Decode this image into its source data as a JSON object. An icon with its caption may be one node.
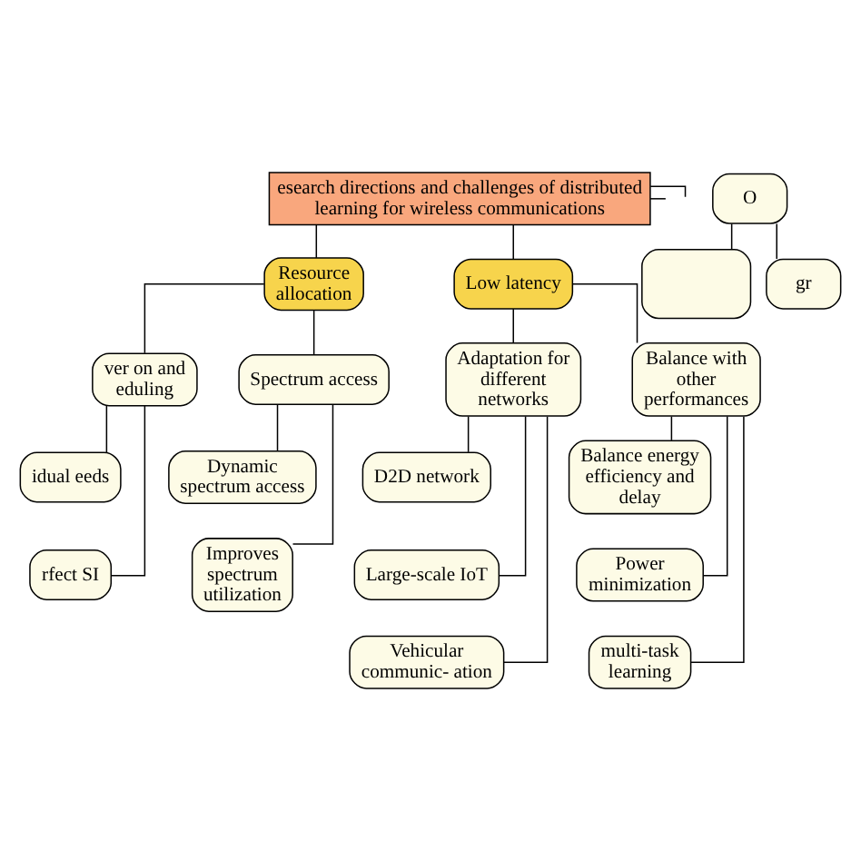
{
  "diagram": {
    "nodes": [
      {
        "text": [
          "esearch directions and challenges of distributed learning for wireless communications"
        ]
      },
      {
        "text": [
          "Resource allocation"
        ]
      },
      {
        "text": [
          "Low latency"
        ]
      },
      {
        "text": [
          "ver on and eduling"
        ]
      },
      {
        "text": [
          "idual eeds"
        ]
      },
      {
        "text": [
          "rfect SI"
        ]
      },
      {
        "text": [
          "Spectrum access"
        ]
      },
      {
        "text": [
          "Dynamic spectrum access"
        ]
      },
      {
        "text": [
          "Improves spectrum utilization"
        ]
      },
      {
        "text": [
          "Adaptation for different networks"
        ]
      },
      {
        "text": [
          "D2D network"
        ]
      },
      {
        "text": [
          "Large-scale IoT"
        ]
      },
      {
        "text": [
          "Vehicular communic- ation"
        ]
      },
      {
        "text": [
          "Balance with other performances"
        ]
      },
      {
        "text": [
          "Balance energy efficiency and delay"
        ]
      },
      {
        "text": [
          "Power minimization"
        ]
      },
      {
        "text": [
          "multi-task learning"
        ]
      },
      {
        "text": [
          "O"
        ]
      },
      {
        "text": [],
        "shape": "box"
      },
      {
        "text": [
          "gr"
        ]
      }
    ],
    "edges": [
      {
        "from": 0,
        "to": null,
        "arrow": "none"
      },
      {
        "from": 0,
        "to": 1,
        "arrow": "none"
      },
      {
        "from": 0,
        "to": 2,
        "arrow": "none"
      },
      {
        "from": 0,
        "to": null,
        "arrow": "none"
      },
      {
        "from": 1,
        "to": 3,
        "arrow": "none"
      },
      {
        "from": 1,
        "to": 6,
        "arrow": "none"
      },
      {
        "from": 3,
        "to": 4,
        "arrow": "none"
      },
      {
        "from": 3,
        "to": 5,
        "arrow": "none"
      },
      {
        "from": 6,
        "to": 7,
        "arrow": "none"
      },
      {
        "from": 6,
        "to": 8,
        "arrow": "none"
      },
      {
        "from": 2,
        "to": 9,
        "arrow": "none"
      },
      {
        "from": 2,
        "to": 13,
        "arrow": "none"
      },
      {
        "from": 9,
        "to": 10,
        "arrow": "none"
      },
      {
        "from": 9,
        "to": 11,
        "arrow": "none"
      },
      {
        "from": 9,
        "to": 12,
        "arrow": "none"
      },
      {
        "from": 13,
        "to": 14,
        "arrow": "none"
      },
      {
        "from": 13,
        "to": 15,
        "arrow": "none"
      },
      {
        "from": 13,
        "to": 16,
        "arrow": "none"
      },
      {
        "from": 17,
        "to": 18,
        "arrow": "none"
      },
      {
        "from": 17,
        "to": 19,
        "arrow": "none"
      }
    ]
  }
}
